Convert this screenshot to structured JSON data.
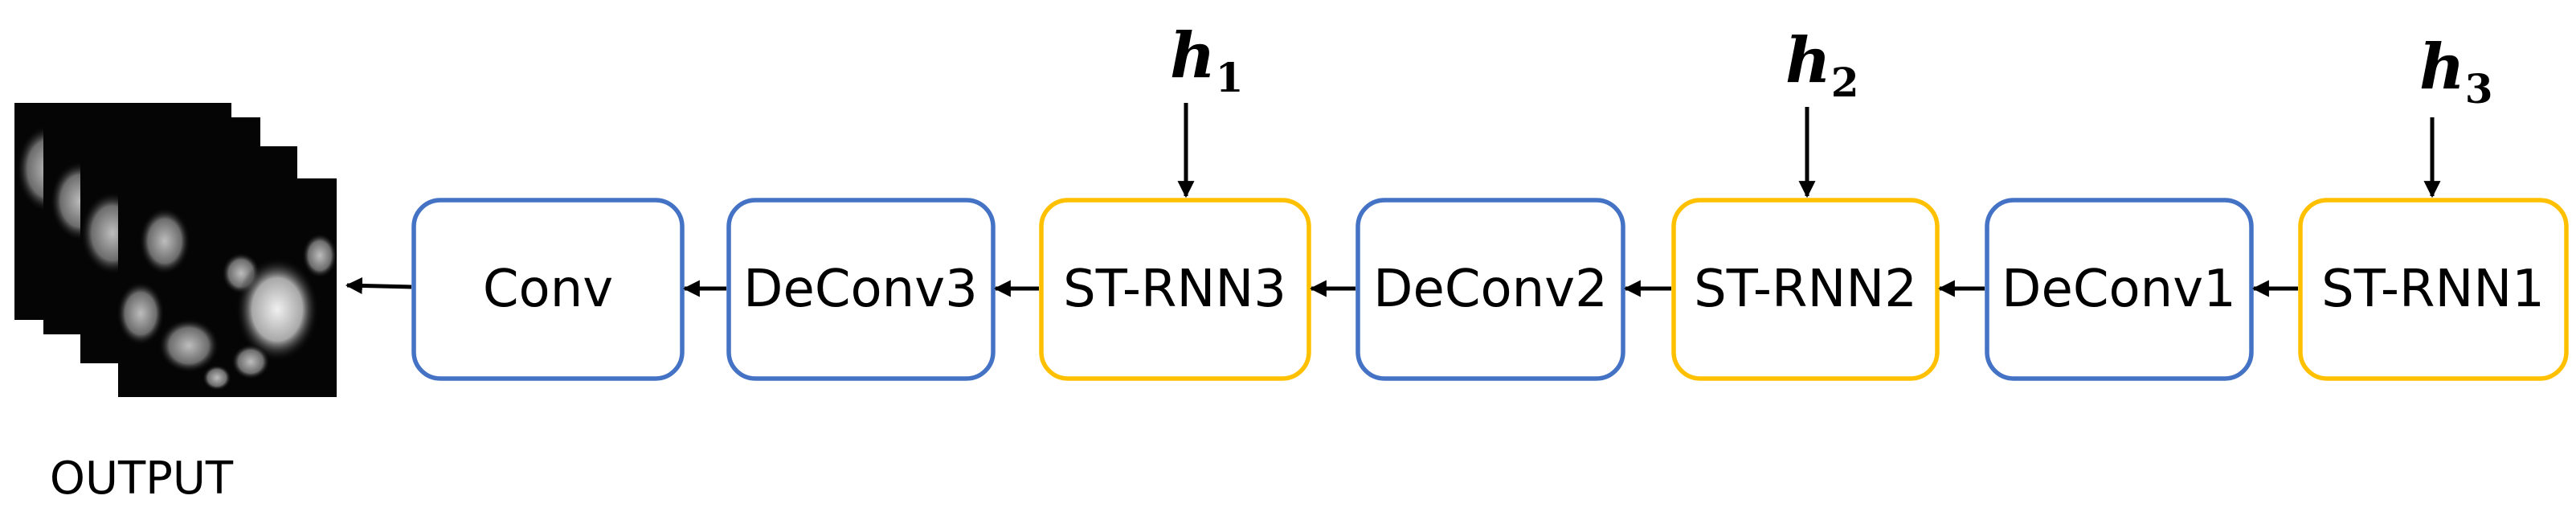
{
  "blocks": {
    "conv": "Conv",
    "deconv3": "DeConv3",
    "strnn3": "ST-RNN3",
    "deconv2": "DeConv2",
    "strnn2": "ST-RNN2",
    "deconv1": "DeConv1",
    "strnn1": "ST-RNN1"
  },
  "hidden_inputs": [
    {
      "symbol": "h",
      "subscript": "1"
    },
    {
      "symbol": "h",
      "subscript": "2"
    },
    {
      "symbol": "h",
      "subscript": "3"
    }
  ],
  "output_label": "OUTPUT",
  "colors": {
    "deconv_block": "#4472c4",
    "strnn_block": "#ffc000",
    "arrow": "#000000"
  }
}
